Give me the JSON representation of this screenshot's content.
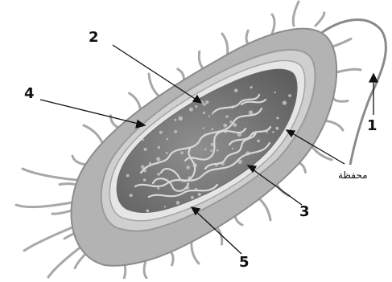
{
  "labels": {
    "l1": "1",
    "l2": "2",
    "l3": "3",
    "l4": "4",
    "l5": "5",
    "capsule": "محفظة"
  }
}
